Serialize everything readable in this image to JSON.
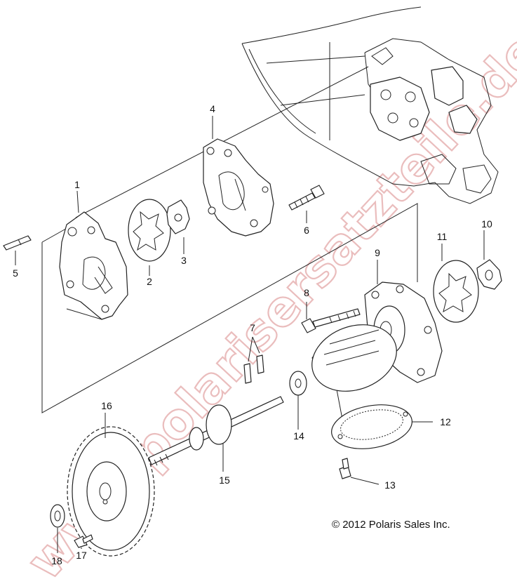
{
  "watermark": "www.polarisersatzteile.de",
  "copyright": "© 2012 Polaris Sales Inc.",
  "callouts": [
    "1",
    "2",
    "3",
    "4",
    "5",
    "6",
    "7",
    "8",
    "9",
    "10",
    "11",
    "12",
    "13",
    "14",
    "15",
    "16",
    "17",
    "18"
  ]
}
